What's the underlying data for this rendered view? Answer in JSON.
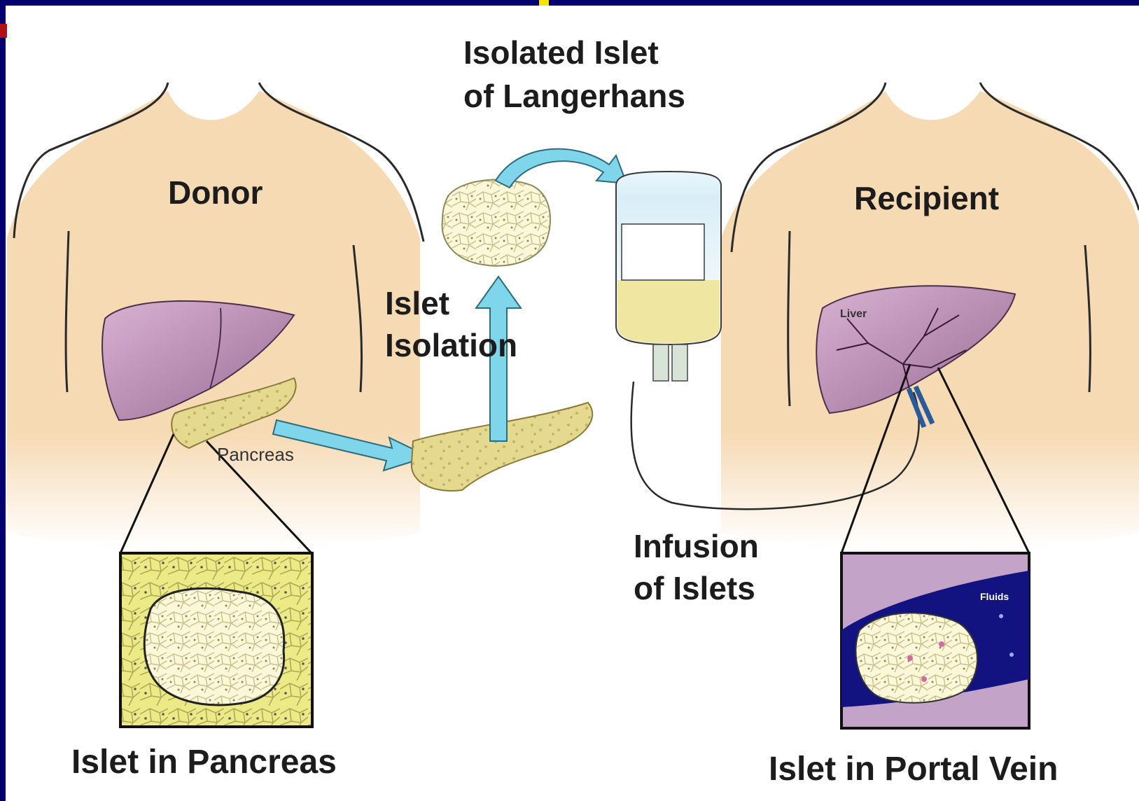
{
  "labels": {
    "top_title": [
      "Isolated Islet",
      "of Langerhans"
    ],
    "donor": "Donor",
    "recipient": "Recipient",
    "islet_isolation": [
      "Islet",
      "Isolation"
    ],
    "pancreas": "Pancreas",
    "liver": "Liver",
    "infusion": [
      "Infusion",
      "of Islets"
    ],
    "islet_in_pancreas": "Islet in Pancreas",
    "islet_in_portal_vein": "Islet in Portal Vein",
    "fluid": "Fluids"
  },
  "colors": {
    "frame": "#040070",
    "accent_red": "#b0101a",
    "accent_yellow": "#f5e400",
    "skin": "#f6dcb8",
    "liver": "#b88ab2",
    "pancreas": "#e9dc9a",
    "arrow": "#7fd6ea",
    "vein": "#1a1a9a"
  }
}
